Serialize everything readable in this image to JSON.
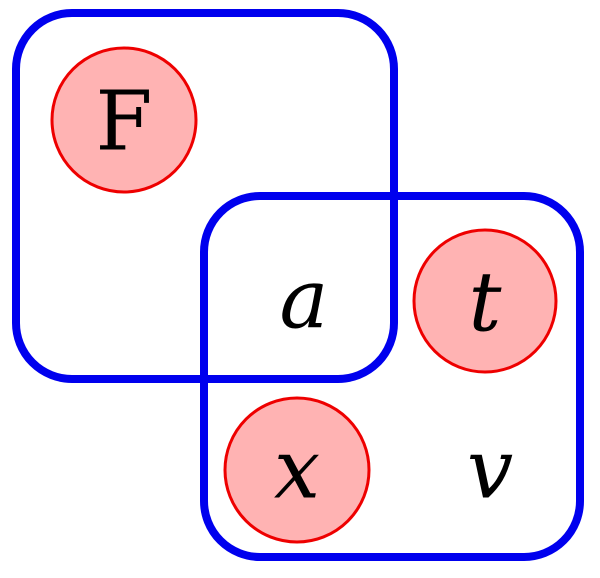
{
  "diagram": {
    "colors": {
      "box_stroke": "#0000ee",
      "circle_fill": "#ffb3b3",
      "circle_stroke": "#ee0000",
      "text": "#000000"
    },
    "sets": [
      {
        "id": "set-1",
        "members": [
          "F",
          "a"
        ]
      },
      {
        "id": "set-2",
        "members": [
          "a",
          "t",
          "x",
          "v"
        ]
      }
    ],
    "labels": {
      "F": "F",
      "a": "a",
      "t": "t",
      "x": "x",
      "v": "v"
    },
    "circled": [
      "F",
      "t",
      "x"
    ]
  }
}
